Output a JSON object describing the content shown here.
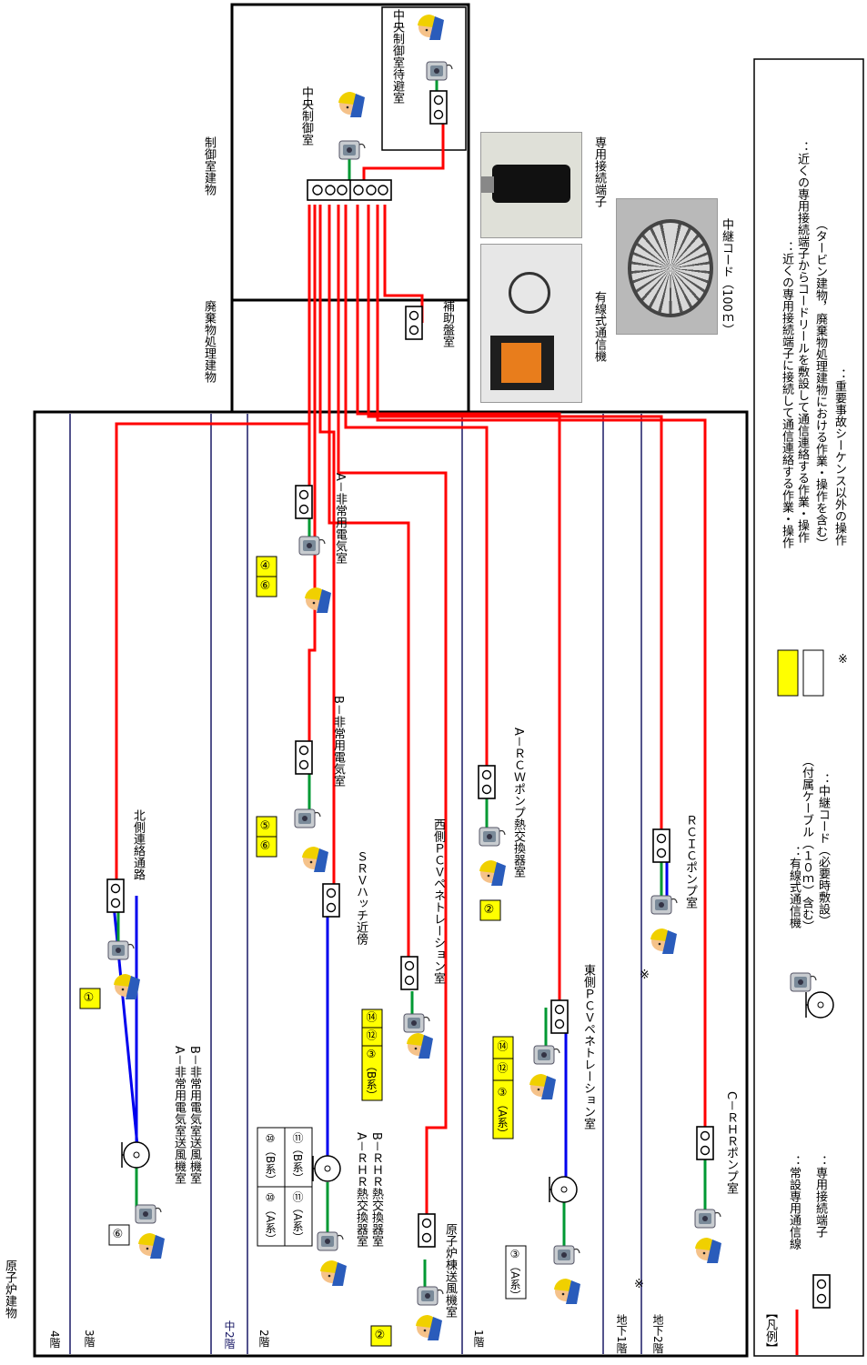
{
  "buildings": {
    "reactor": "原子炉建物",
    "waste": "廃棄物処理建物",
    "control": "制御室建物"
  },
  "floors": {
    "f4": "4階",
    "f3": "3階",
    "m2": "中2階",
    "f2": "2階",
    "f1": "1階",
    "b1": "地下1階",
    "b2": "地下2階"
  },
  "rooms": {
    "north_passage": "北側連絡通路",
    "fan_a": "A－非常用電気室送風機室",
    "fan_b": "B－非常用電気室送風機室",
    "a_elec": "A－非常用電気室",
    "b_elec": "B－非常用電気室",
    "srv": "ＳＲＶハッチ近傍",
    "west_pcv": "西側ＰＣＶペネトレーション室",
    "rhr_a": "A－ＲＨＲ熱交換器室",
    "rhr_b": "B－ＲＨＲ熱交換器室",
    "reactor_fan": "原子炉棟送風機室",
    "rcw_a": "A－ＲＣＷポンプ熱交換器室",
    "east_pcv": "東側ＰＣＶペネトレーション室",
    "rcic": "ＲＣＩＣポンプ室",
    "c_rhr": "C－ＲＨＲポンプ室",
    "aux_panel": "補助盤室",
    "central_ctrl": "中央制御室",
    "ctrl_wait": "中央制御室待避室"
  },
  "tasks": {
    "t1": "①",
    "t6_f3": "⑥",
    "t4": "④",
    "t6_a": "⑥",
    "t5": "⑤",
    "t6_b": "⑥",
    "t2_f2": "②",
    "t2_f1": "②",
    "b_sys_3": "③（B系）",
    "b_sys_12": "⑫",
    "b_sys_14": "⑭",
    "a_sys_3": "③（A系）",
    "a_sys_12": "⑫",
    "a_sys_14": "⑭",
    "a_sys_3_white": "③（A系）",
    "rhr_10a": "⑩（A系）",
    "rhr_10b": "⑩（B系）",
    "rhr_11a": "⑪（A系）",
    "rhr_11b": "⑪（B系）",
    "note_mark_1": "※",
    "note_mark_2": "※"
  },
  "photos": {
    "terminal": "専用接続端子",
    "phone": "有線式通信機",
    "reel": "中継コード（100ｍ）"
  },
  "legend": {
    "title": "【凡例】",
    "red_line": "：常設専用通信線",
    "terminal": "：専用接続端子",
    "phone_1": "：有線式通信機",
    "phone_2": "（付属ケーブル（１０ｍ）含む）",
    "reel": "：中継コード（必要時敷設）",
    "yellow_1": "：近くの専用接続端子に接続して通信連絡する作業・操作",
    "white_1": "：近くの専用接続端子からコードリールを敷設して通信連絡する作業・操作",
    "white_2": "（タービン建物，廃棄物処理建物における作業・操作を含む）",
    "note": "：重要事故シーケンス以外の操作",
    "note_mark": "※"
  },
  "colors": {
    "red_line": "#ff0000",
    "green_cable": "#009933",
    "blue_cord": "#0000ee",
    "yellow_box": "#ffff00",
    "floor_line": "#1a1a66"
  }
}
